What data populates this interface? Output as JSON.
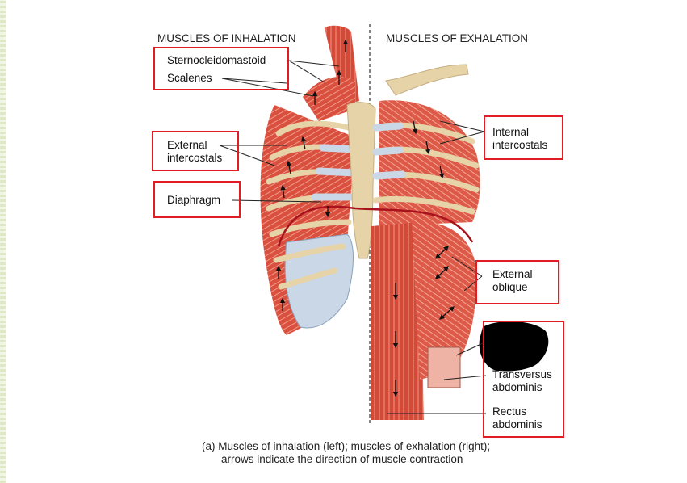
{
  "headings": {
    "inhalation": "MUSCLES OF INHALATION",
    "exhalation": "MUSCLES OF EXHALATION"
  },
  "labels": {
    "sternocleidomastoid": "Sternocleidomastoid",
    "scalenes": "Scalenes",
    "external_intercostals": "External\nintercostals",
    "diaphragm": "Diaphragm",
    "internal_intercostals": "Internal\nintercostals",
    "external_oblique": "External\noblique",
    "transversus_abdominis": "Transversus\nabdominis",
    "rectus_abdominis": "Rectus\nabdominis"
  },
  "caption": {
    "line1": "(a) Muscles of inhalation (left); muscles of exhalation (right);",
    "line2": "arrows indicate the direction of muscle contraction"
  },
  "colors": {
    "muscle": "#d9503f",
    "muscle_light": "#ee8e7f",
    "bone": "#e6d3a8",
    "cartilage": "#c9d7e6",
    "highlight_box": "#e31b23",
    "diaphragm_line": "#a8121c"
  }
}
